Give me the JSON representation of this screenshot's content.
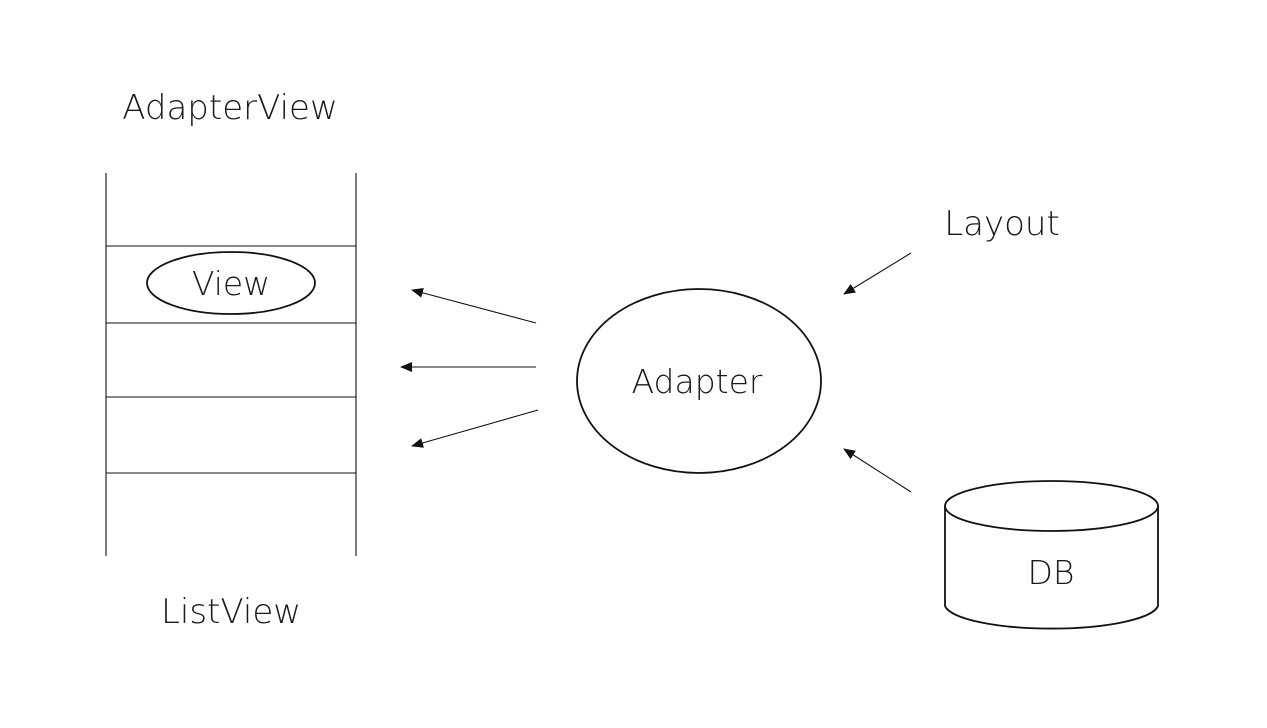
{
  "labels": {
    "adapter_view": "AdapterView",
    "list_view": "ListView",
    "view": "View",
    "adapter": "Adapter",
    "layout": "Layout",
    "db": "DB"
  },
  "colors": {
    "stroke": "#111111",
    "text": "#1a1a1a",
    "background": "#ffffff"
  }
}
